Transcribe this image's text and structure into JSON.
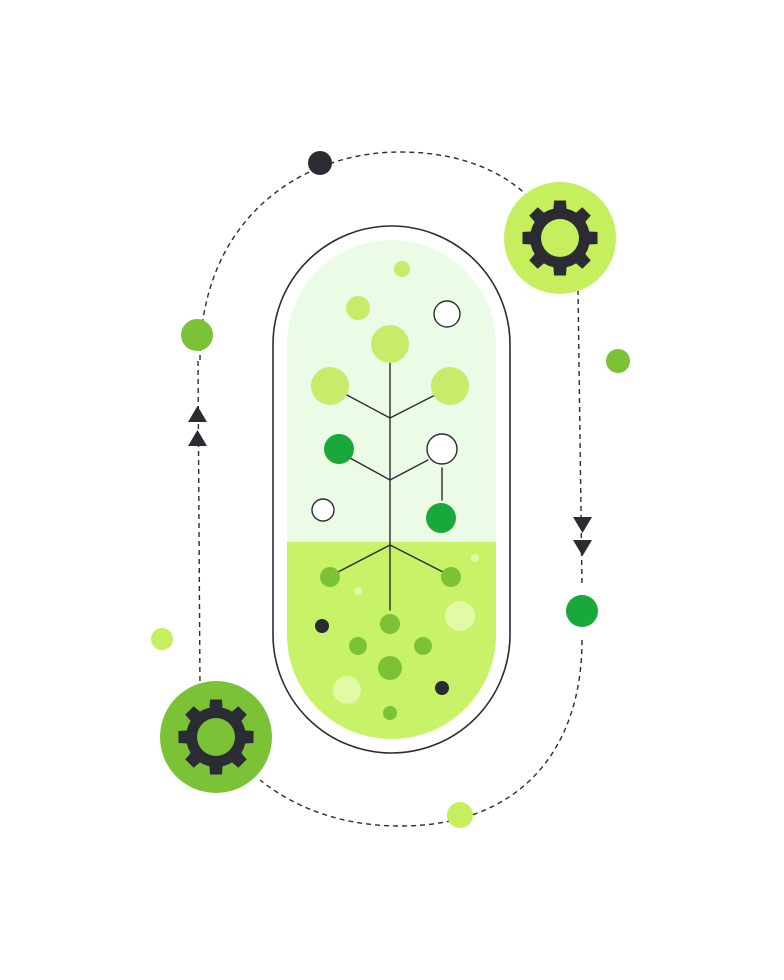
{
  "palette": {
    "background": "#ffffff",
    "ink": "#2b2b33",
    "lime": "#c5ef5c",
    "lime_light": "#d9f58f",
    "leaf_light": "#c6ec6a",
    "green_mid": "#7cc237",
    "green_bright": "#19a83a",
    "capsule_top": "#ebfbe6",
    "capsule_bottom": "#c8f267"
  },
  "icons": {
    "gear_top_right": "gear-icon",
    "gear_bottom_left": "gear-icon",
    "arrows_up": "triangle-up-icon",
    "arrows_down": "triangle-down-icon"
  },
  "cycle": {
    "style": "dashed",
    "direction_left": "up",
    "direction_right": "down"
  }
}
